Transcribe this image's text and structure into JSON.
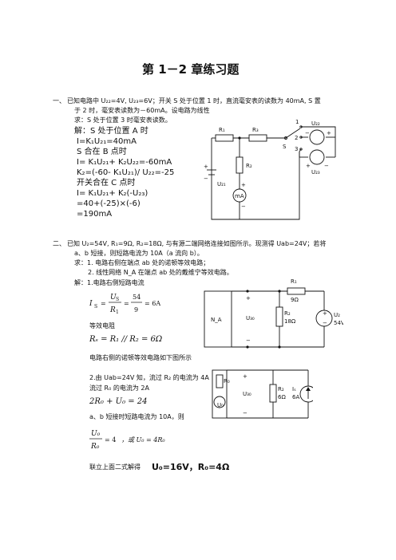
{
  "title": "第 1－2 章练习题",
  "p1": {
    "num": "一、",
    "line1": "已知电路中 U₂₂=4V, U₂₃=6V；开关 S 处于位置 1 时，直流毫安表的读数为 40mA, S 置",
    "line2": "于 2 时，毫安表读数为－60mA。设电路为线性",
    "line3": "求：S 处于位置 3 时毫安表读数。",
    "sol": [
      "解：S 处于位置 A 时",
      "I=K₁U₂₁=40mA",
      "S 合在 B 点时",
      "I= K₁U₂₁+ K₂U₂₂=-60mA",
      "K₂=(-60- K₁U₂₁)/ U₂₂=-25",
      "开关合在 C 点时",
      "I= K₁U₂₁+ K₂(-U₂₃)",
      "=40+(-25)×(-6)",
      "=190mA"
    ],
    "circuit": {
      "R1": "R₁",
      "R3": "R₃",
      "R2": "R₂",
      "S": "S",
      "pos1": "1",
      "pos2": "2",
      "pos3": "3",
      "U21": "U₂₁",
      "U22": "U₂₂",
      "U23": "U₂₃",
      "mA": "mA",
      "plus": "+",
      "minus": "−"
    }
  },
  "p2": {
    "num": "二、",
    "line1": "已知 U₂=54V, R₁=9Ω, R₂=18Ω, 与有源二端网络连接如图所示。现测得 Uab=24V；若将",
    "line2": "a、b 短接，则短路电流为 10A（a 流向 b）。",
    "q1": "求：1. 电路右侧在端点 ab 处的诺顿等效电路；",
    "q2": "2. 线性网络 N_A 在端点 ab 处的戴维宁等效电路。",
    "sol1": "解：1.电路右侧短路电流",
    "eq1_lhs": "I",
    "eq1_sub": "S",
    "eq1_num": "U",
    "eq1_numsub": "S",
    "eq1_den": "R",
    "eq1_densub": "1",
    "eq1_num2": "54",
    "eq1_den2": "9",
    "eq1_res": "= 6A",
    "equiv_r": "等效电阻",
    "eq2": "Rₛ = R₁ // R₂ = 6Ω",
    "norton_txt": "电路右侧的诺顿等效电路如下图所示",
    "part2a": "2.由 Uab=24V 知，流过 R₂ 的电流为 4A",
    "part2b": "流过 R₀ 的电流为 2A",
    "eq3": "2R₀ + U₀ = 24",
    "short_txt": "a、b 短接时短路电流为 10A，则",
    "eq4_num": "U₀",
    "eq4_den": "R₀",
    "eq4_res": "= 4",
    "eq4_or": "，或 U₀ = 4R₀",
    "final_lbl": "联立上面二式解得",
    "final_val": "U₀=16V，R₀=4Ω",
    "circuit1": {
      "NA": "N_A",
      "Uab": "U₃₀",
      "R1": "R₁",
      "R1v": "9Ω",
      "R2": "R₂",
      "R2v": "18Ω",
      "U2": "U₂",
      "U2v": "54V",
      "plus": "+",
      "minus": "−"
    },
    "circuit2": {
      "R0": "R₀",
      "U0": "U₀",
      "Uab": "U₃₀",
      "R2": "R₂",
      "R2v": "6Ω",
      "Is": "Iₛ",
      "Isv": "6A",
      "plus": "+",
      "minus": "−"
    }
  }
}
